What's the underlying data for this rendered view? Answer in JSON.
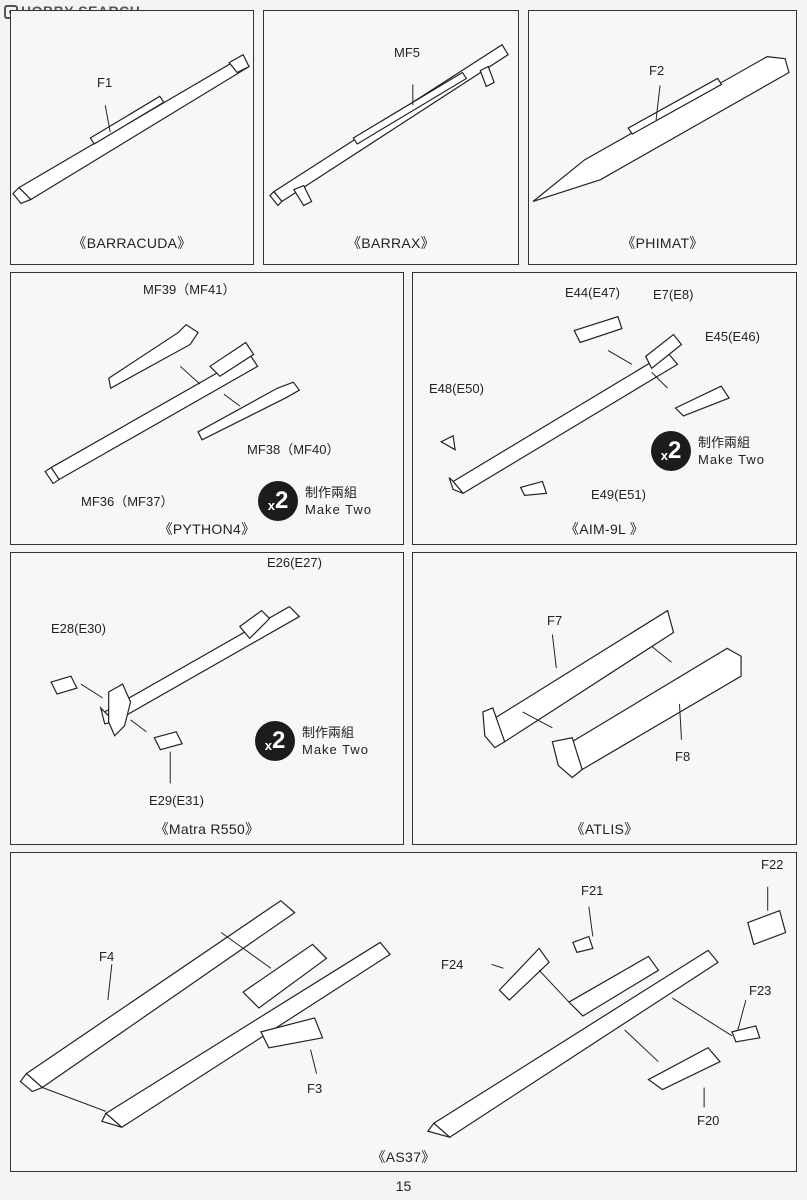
{
  "watermark": "HOBBY SEARCH",
  "page_number": "15",
  "make_two": {
    "multiplier_symbol": "x",
    "multiplier_value": "2",
    "zh": "制作兩組",
    "en": "Make Two"
  },
  "panels": {
    "barracuda": {
      "caption": "《BARRACUDA》",
      "labels": {
        "f1": "F1"
      }
    },
    "barrax": {
      "caption": "《BARRAX》",
      "labels": {
        "mf5": "MF5"
      }
    },
    "phimat": {
      "caption": "《PHIMAT》",
      "labels": {
        "f2": "F2"
      }
    },
    "python4": {
      "caption": "《PYTHON4》",
      "labels": {
        "mf39": "MF39（MF41）",
        "mf38": "MF38（MF40）",
        "mf36": "MF36（MF37）"
      }
    },
    "aim9l": {
      "caption": "《AIM-9L 》",
      "labels": {
        "e44": "E44(E47)",
        "e7": "E7(E8)",
        "e45": "E45(E46)",
        "e48": "E48(E50)",
        "e49": "E49(E51)"
      }
    },
    "matra": {
      "caption": "《Matra R550》",
      "labels": {
        "e26": "E26(E27)",
        "e28": "E28(E30)",
        "e29": "E29(E31)"
      }
    },
    "atlis": {
      "caption": "《ATLIS》",
      "labels": {
        "f7": "F7",
        "f8": "F8"
      }
    },
    "as37": {
      "caption": "《AS37》",
      "labels": {
        "f4": "F4",
        "f3": "F3",
        "f21": "F21",
        "f22": "F22",
        "f24": "F24",
        "f23": "F23",
        "f20": "F20"
      }
    }
  }
}
